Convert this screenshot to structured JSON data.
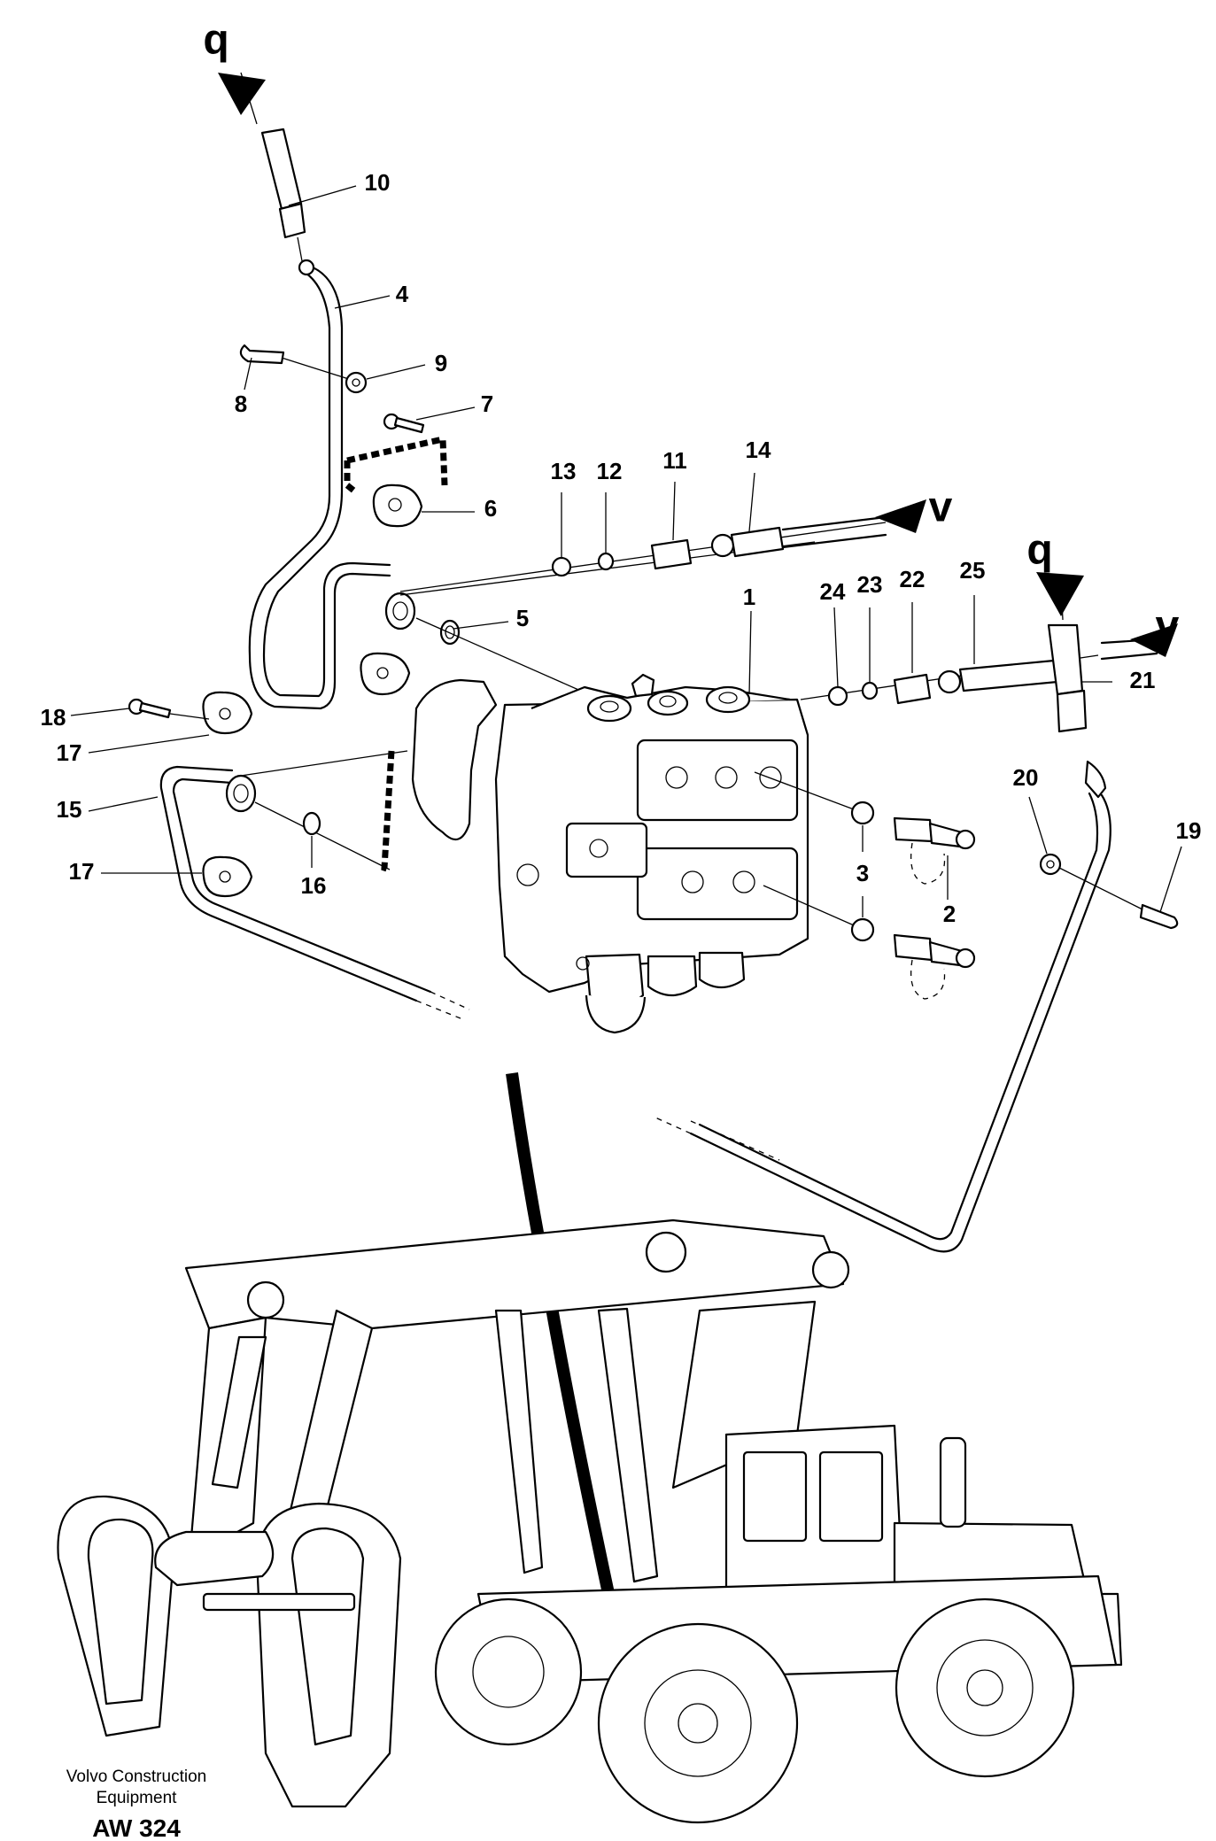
{
  "diagram": {
    "part_numbers": [
      "1",
      "2",
      "3",
      "4",
      "5",
      "6",
      "7",
      "8",
      "9",
      "10",
      "11",
      "12",
      "13",
      "14",
      "15",
      "16",
      "17",
      "17",
      "18",
      "19",
      "20",
      "21",
      "22",
      "23",
      "24",
      "25"
    ],
    "connection_markers": {
      "q_top": "q",
      "q_right": "q",
      "v_center": "v",
      "v_right": "v"
    }
  },
  "footer": {
    "company_line1": "Volvo Construction",
    "company_line2": "Equipment",
    "drawing_code": "AW 324"
  }
}
